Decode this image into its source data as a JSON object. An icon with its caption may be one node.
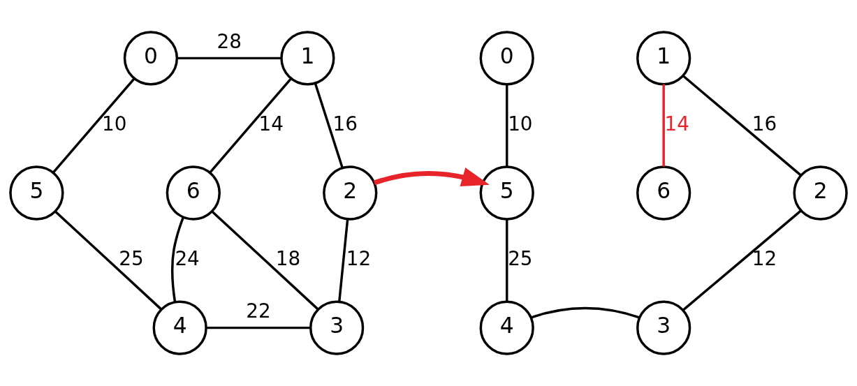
{
  "diagram": {
    "nodes": [
      {
        "text": [
          "0"
        ]
      },
      {
        "text": [
          "1"
        ]
      },
      {
        "text": [
          "2"
        ]
      },
      {
        "text": [
          "3"
        ]
      },
      {
        "text": [
          "4"
        ]
      },
      {
        "text": [
          "5"
        ]
      },
      {
        "text": [
          "6"
        ]
      },
      {
        "text": [
          "0"
        ]
      },
      {
        "text": [
          "1"
        ]
      },
      {
        "text": [
          "2"
        ]
      },
      {
        "text": [
          "3"
        ]
      },
      {
        "text": [
          "4"
        ]
      },
      {
        "text": [
          "5"
        ]
      },
      {
        "text": [
          "6"
        ]
      }
    ],
    "edges": [
      {
        "from": 0,
        "to": 1,
        "arrow": "none",
        "label": "28"
      },
      {
        "from": 0,
        "to": 5,
        "arrow": "none",
        "label": "10"
      },
      {
        "from": 1,
        "to": 6,
        "arrow": "none",
        "label": "14"
      },
      {
        "from": 1,
        "to": 2,
        "arrow": "none",
        "label": "16"
      },
      {
        "from": 5,
        "to": 4,
        "arrow": "none",
        "label": "25"
      },
      {
        "from": 6,
        "to": 4,
        "arrow": "none",
        "label": "24"
      },
      {
        "from": 6,
        "to": 3,
        "arrow": "none",
        "label": "18"
      },
      {
        "from": 2,
        "to": 3,
        "arrow": "none",
        "label": "12"
      },
      {
        "from": 4,
        "to": 3,
        "arrow": "none",
        "label": "22"
      },
      {
        "from": 2,
        "to": 12,
        "arrow": "to",
        "style": "thick",
        "color": "#e8242b"
      },
      {
        "from": 7,
        "to": 12,
        "arrow": "none",
        "label": "10"
      },
      {
        "from": 8,
        "to": 13,
        "arrow": "none",
        "label": "14",
        "color": "#e8242b"
      },
      {
        "from": 8,
        "to": 9,
        "arrow": "none",
        "label": "16"
      },
      {
        "from": 12,
        "to": 11,
        "arrow": "none",
        "label": "25"
      },
      {
        "from": 9,
        "to": 10,
        "arrow": "none",
        "label": "12"
      },
      {
        "from": 11,
        "to": 10,
        "arrow": "none"
      }
    ]
  }
}
